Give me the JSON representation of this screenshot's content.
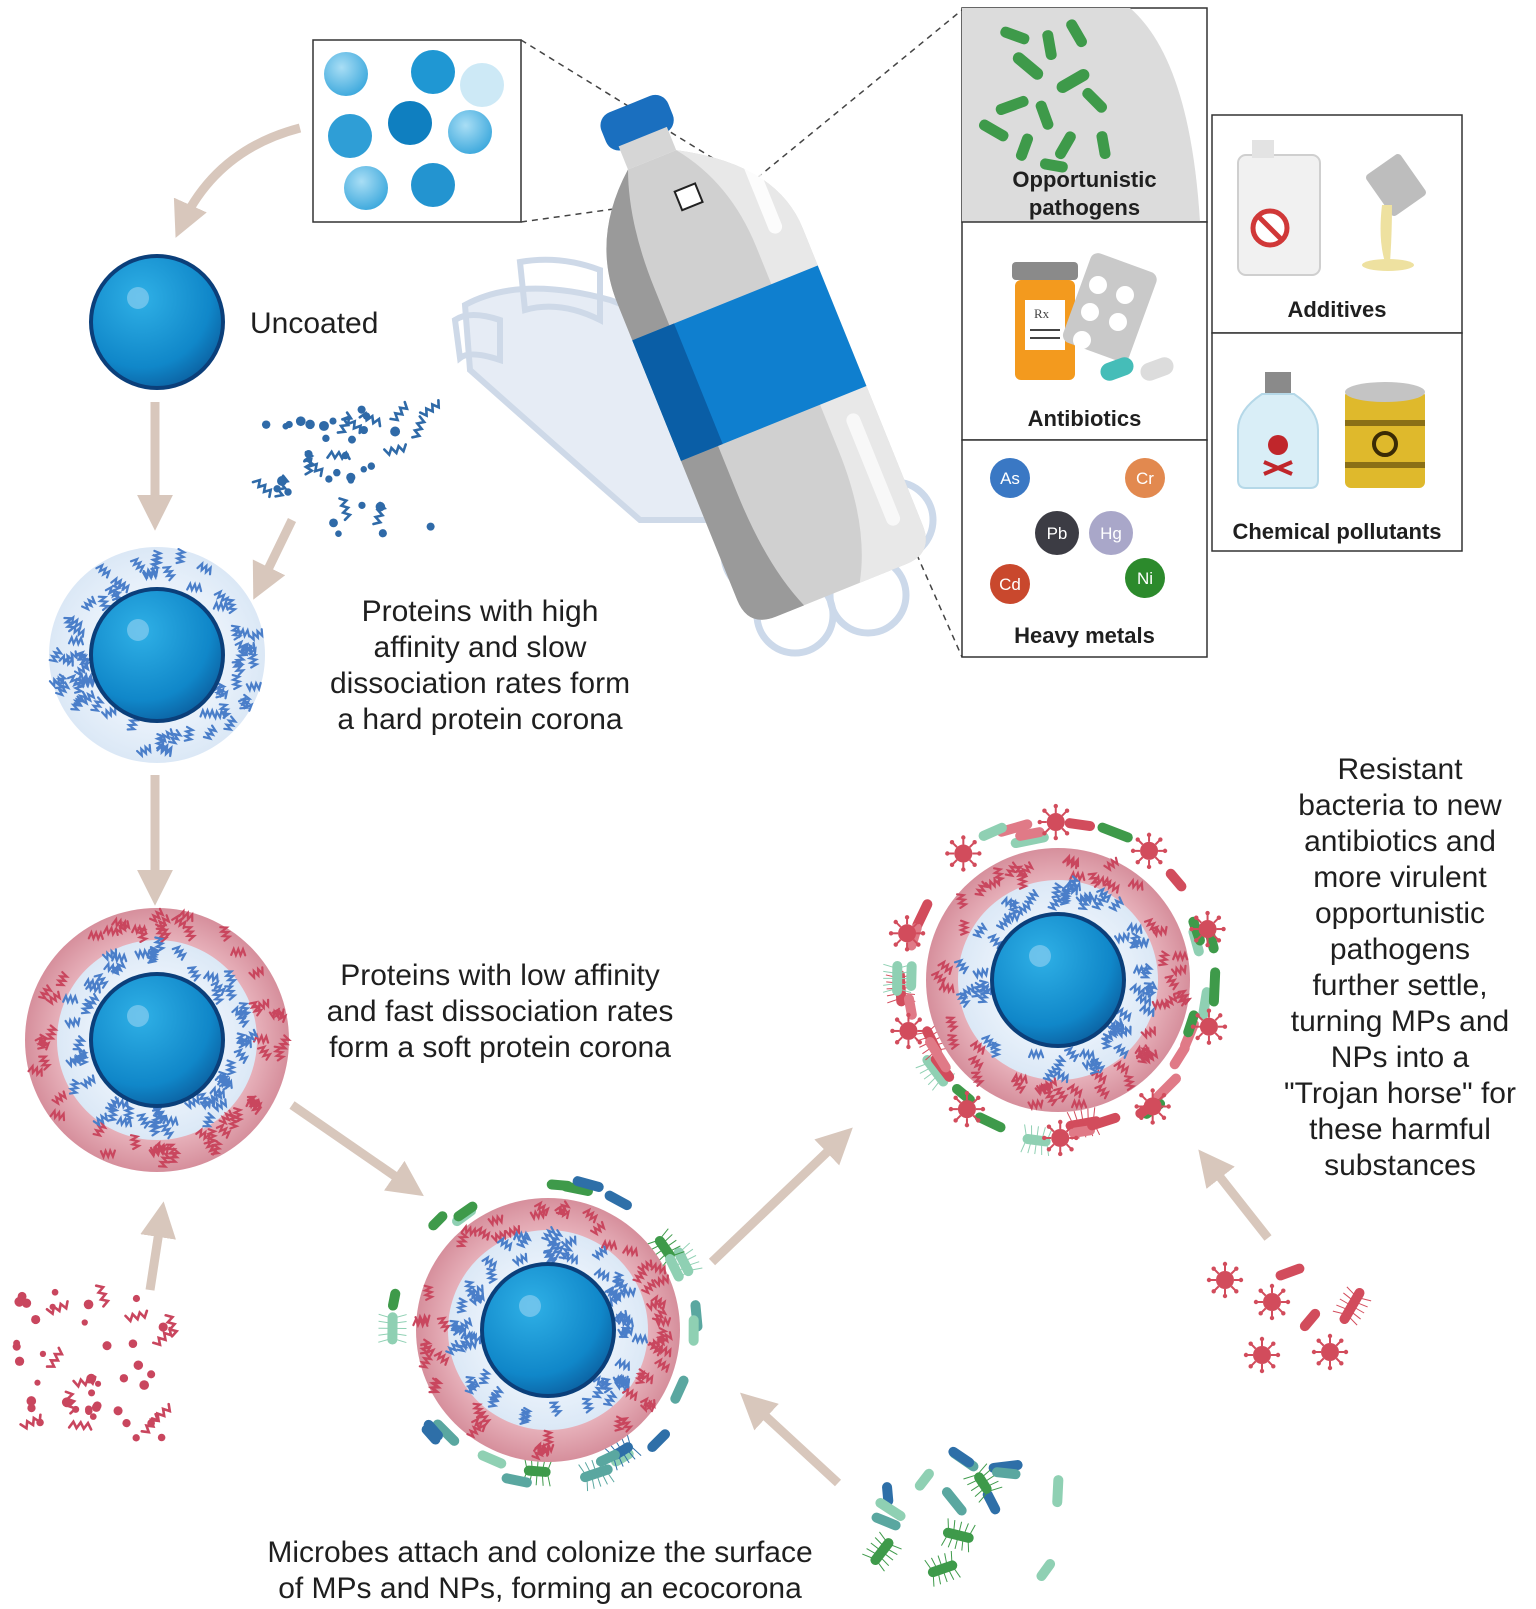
{
  "colors": {
    "arrow": "#d8c7bc",
    "particle_blue": "#0f7fc0",
    "particle_dark": "#0b4f8a",
    "hard_corona": "#4a7ec9",
    "soft_corona": "#c9465e",
    "microbe_green": "#3e9a4a",
    "pathogen_red": "#d24c5c"
  },
  "labels": {
    "uncoated": "Uncoated",
    "hard_corona": "Proteins with high\naffinity and slow\ndissociation rates form\na hard protein corona",
    "soft_corona": "Proteins with low affinity\nand fast dissociation rates\nform a soft protein corona",
    "ecocorona": "Microbes attach and colonize the surface\nof MPs and NPs, forming an ecocorona",
    "trojan": "Resistant\nbacteria to new\nantibiotics and\nmore virulent\nopportunistic\npathogens\nfurther settle,\nturning MPs and\nNPs into a\n\"Trojan horse\" for\nthese harmful\nsubstances"
  },
  "boxes": {
    "pathogens": "Opportunistic\npathogens",
    "antibiotics": "Antibiotics",
    "heavy_metals": "Heavy metals",
    "additives": "Additives",
    "chemical_pollutants": "Chemical pollutants"
  },
  "metals": [
    {
      "symbol": "As",
      "color": "#3a78c4"
    },
    {
      "symbol": "Cr",
      "color": "#e2894f"
    },
    {
      "symbol": "Pb",
      "color": "#3c3c44"
    },
    {
      "symbol": "Hg",
      "color": "#a9a7c9"
    },
    {
      "symbol": "Cd",
      "color": "#c9482d"
    },
    {
      "symbol": "Ni",
      "color": "#2c8a2c"
    }
  ],
  "rx_label": "Rx"
}
